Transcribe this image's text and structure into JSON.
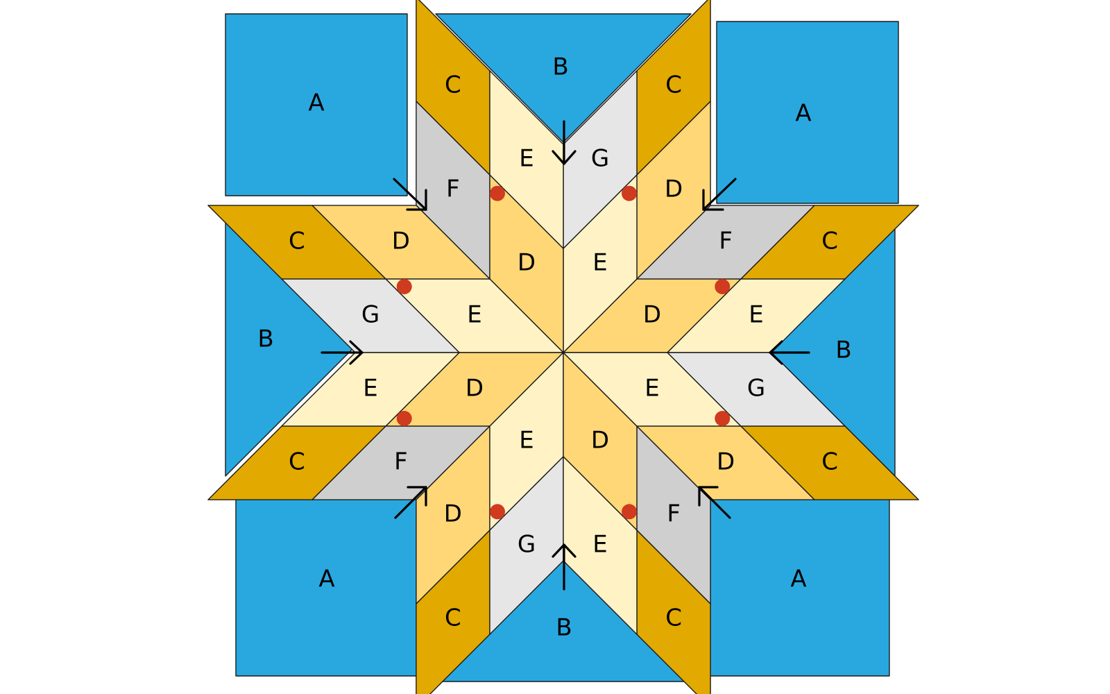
{
  "colors": {
    "A": "#29a8e0",
    "B": "#29a8e0",
    "C": "#e2a900",
    "D": "#ffd777",
    "E": "#fff3c6",
    "F": "#cfcfcf",
    "G": "#e6e6e6",
    "set_in_dot": "#d03a1e",
    "outline": "#1a1a1a",
    "arrow": "#000000"
  },
  "pieces": {
    "A": "A",
    "B": "B",
    "C": "C",
    "D": "D",
    "E": "E",
    "F": "F",
    "G": "G"
  },
  "star_arms": [
    {
      "inner": "D",
      "outer": "E"
    },
    {
      "inner": "E",
      "outer": "D"
    },
    {
      "inner": "D",
      "outer": "E"
    },
    {
      "inner": "E",
      "outer": "D"
    },
    {
      "inner": "D",
      "outer": "E"
    },
    {
      "inner": "E",
      "outer": "D"
    },
    {
      "inner": "D",
      "outer": "E"
    },
    {
      "inner": "E",
      "outer": "D"
    }
  ],
  "corner_squares": [
    "A",
    "A",
    "A",
    "A"
  ],
  "side_triangles": [
    "B",
    "B",
    "B",
    "B"
  ],
  "set_in_points": 8
}
